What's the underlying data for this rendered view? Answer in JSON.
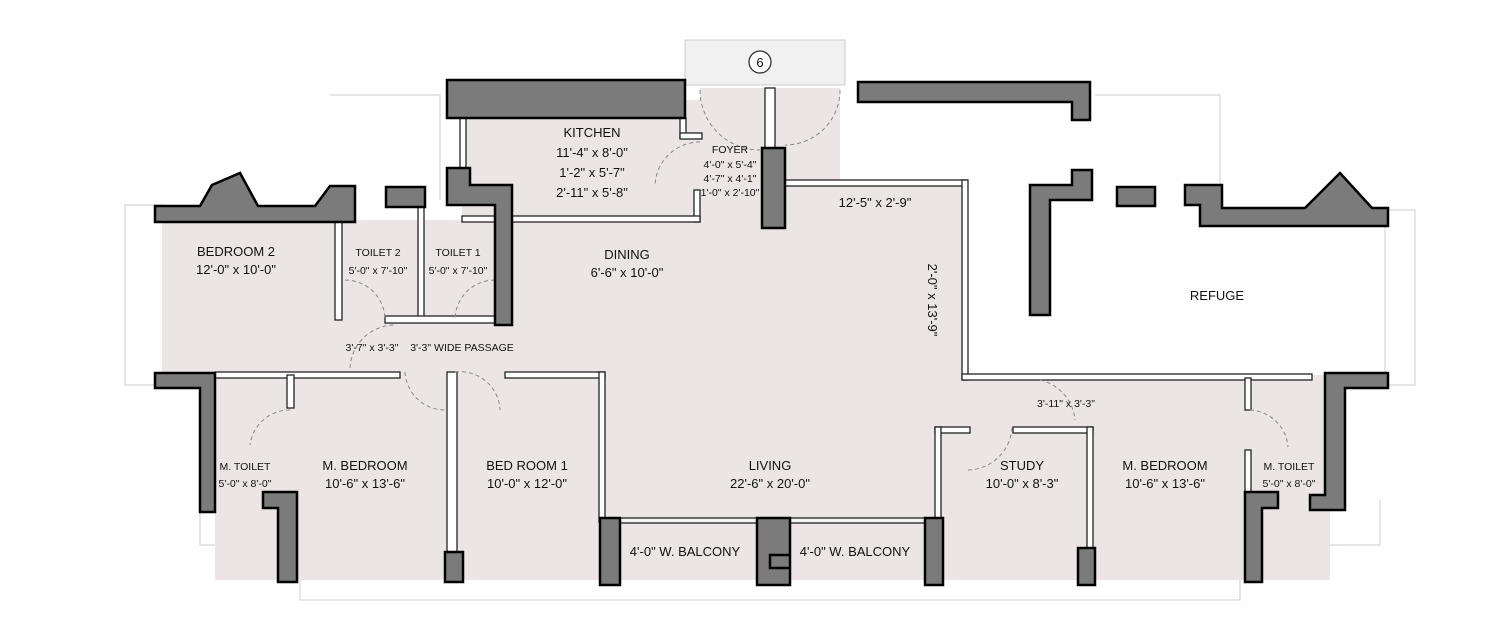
{
  "colors": {
    "floor": "#ebe6e5",
    "wall": "#7b7b7b",
    "outline": "#000000",
    "background": "#ffffff"
  },
  "stair_marker": "6",
  "rooms": {
    "kitchen": {
      "name": "KITCHEN",
      "dims": [
        "11'-4\" x 8'-0\"",
        "1'-2\" x 5'-7\"",
        "2'-11\" x 5'-8\""
      ]
    },
    "foyer": {
      "name": "FOYER",
      "dims": [
        "4'-0\" x 5'-4\"",
        "4'-7\" x 4'-1\"",
        "1'-0\" x 2'-10\""
      ]
    },
    "corridor_top": {
      "dims": "12'-5\" x 2'-9\""
    },
    "corridor_side": {
      "dims": "2'-0\" x 13'-9\""
    },
    "bedroom2": {
      "name": "BEDROOM 2",
      "dims": "12'-0\" x 10'-0\""
    },
    "toilet2": {
      "name": "TOILET 2",
      "dims": "5'-0\" x 7'-10\""
    },
    "toilet1": {
      "name": "TOILET 1",
      "dims": "5'-0\" x 7'-10\""
    },
    "dining": {
      "name": "DINING",
      "dims": "6'-6\" x 10'-0\""
    },
    "passage_left": {
      "dims": "3'-7\" x 3'-3\""
    },
    "passage": {
      "name": "3'-3\" WIDE PASSAGE"
    },
    "refuge": {
      "name": "REFUGE"
    },
    "passage_right": {
      "dims": "3'-11\" x 3'-3\""
    },
    "m_toilet_left": {
      "name": "M. TOILET",
      "dims": "5'-0\" x 8'-0\""
    },
    "m_bedroom_left": {
      "name": "M. BEDROOM",
      "dims": "10'-6\" x 13'-6\""
    },
    "bedroom1": {
      "name": "BED ROOM 1",
      "dims": "10'-0\" x 12'-0\""
    },
    "living": {
      "name": "LIVING",
      "dims": "22'-6\" x 20'-0\""
    },
    "study": {
      "name": "STUDY",
      "dims": "10'-0\" x 8'-3\""
    },
    "m_bedroom_right": {
      "name": "M. BEDROOM",
      "dims": "10'-6\" x 13'-6\""
    },
    "m_toilet_right": {
      "name": "M. TOILET",
      "dims": "5'-0\" x 8'-0\""
    },
    "balcony_left": {
      "name": "4'-0\" W. BALCONY"
    },
    "balcony_right": {
      "name": "4'-0\" W. BALCONY"
    }
  }
}
